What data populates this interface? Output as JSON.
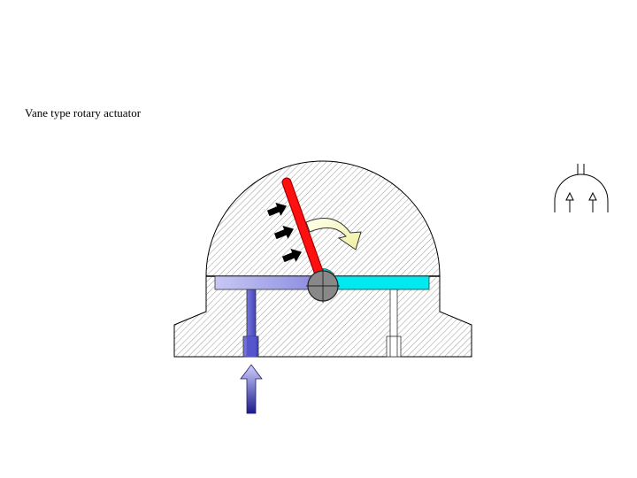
{
  "title": "Vane type rotary actuator",
  "colors": {
    "background": "#ffffff",
    "housing_fill": "#ffffff",
    "hatch": "#9a9a9a",
    "outline": "#000000",
    "pressure_channel": "#9999ee",
    "pressure_port": "#5555cc",
    "exhaust_channel": "#00e8f0",
    "vane": "#ff0000",
    "vane_outline": "#aa0000",
    "shaft_hub": "#888888",
    "rotation_arrow": "#ffffcc",
    "force_arrows": "#000000",
    "inlet_arrow_top": "#ccccff",
    "inlet_arrow_bottom": "#222299"
  },
  "diagram": {
    "parts": [
      "housing",
      "rotor-dome",
      "vane",
      "shaft-hub",
      "pressure-channel",
      "exhaust-channel",
      "pressure-port",
      "exhaust-port",
      "force-arrows",
      "rotation-arrow",
      "inlet-arrow"
    ],
    "symbol": "rotary-actuator-symbol"
  }
}
